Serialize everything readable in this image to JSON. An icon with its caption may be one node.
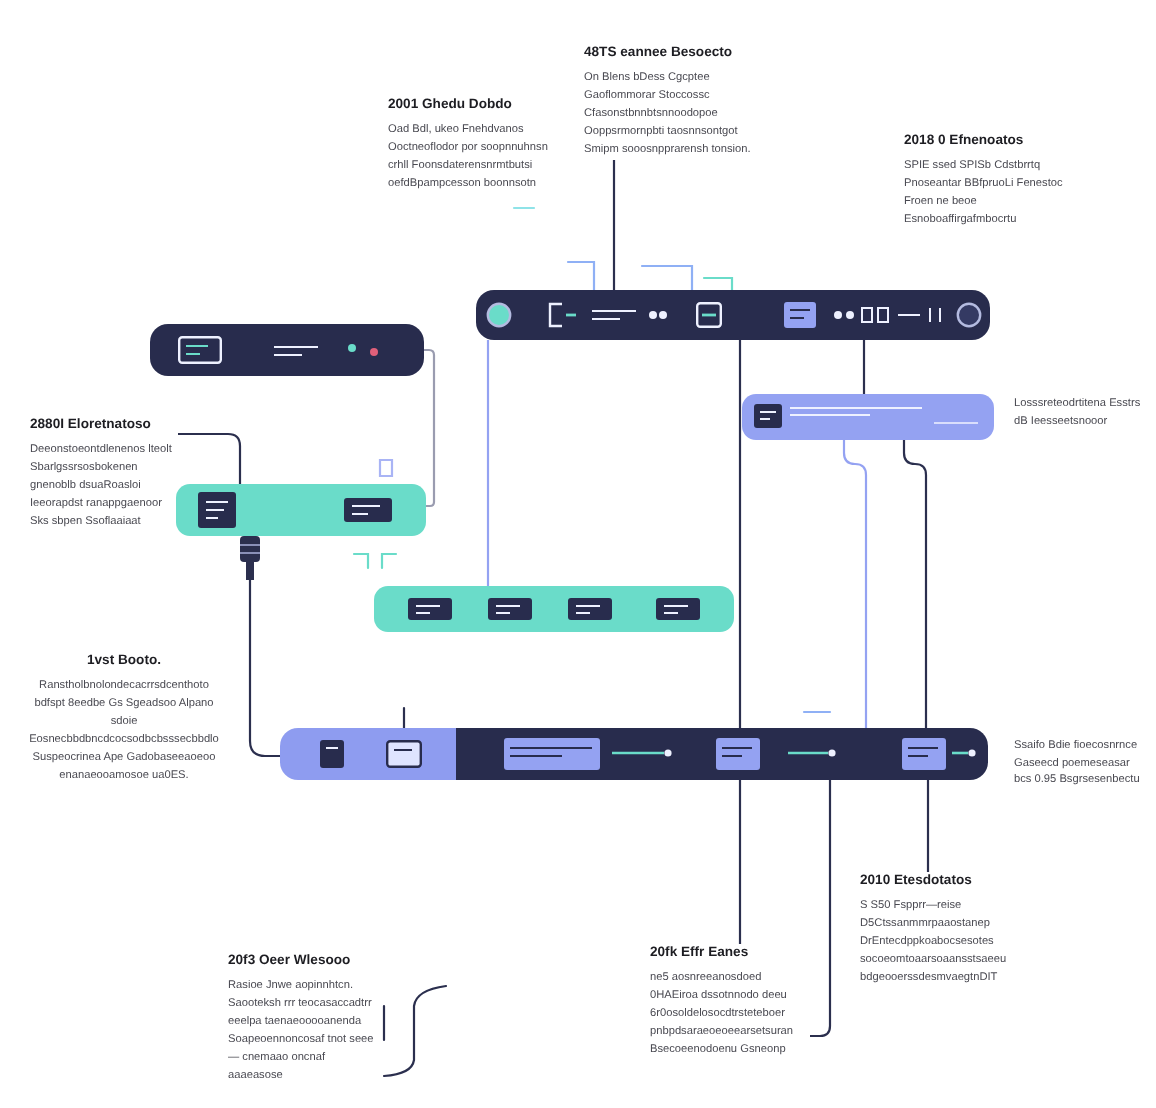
{
  "diagram": {
    "nodes": [
      {
        "text": [
          "48TS eannee Besoecto",
          "On Blens bDess Cgcptee Gaoflommorar Stoccossc Cfasonstbnnbtsnnoodopoe Ooppsrmornpbti taosnnsontgot Smipm sooosnpprarensh tonsion."
        ]
      },
      {
        "text": [],
        "shape": "bar"
      },
      {
        "text": [],
        "shape": "bar"
      },
      {
        "text": [],
        "shape": "box",
        "beside": [
          "Losssreteodrtitena Esstrs dB Ieesseetsnooor"
        ]
      },
      {
        "text": [
          "2880I Eloretnatoso",
          "Deeonstoeontdlenenos lteolt Sbarlgssrsosbokenen gnenoblb dsuaRoasloi Ieeorapdst ranappgaenoor Sks sbpen Ssoflaaiaat"
        ]
      },
      {
        "text": [],
        "shape": "box"
      },
      {
        "text": [],
        "shape": "picture"
      },
      {
        "text": [],
        "shape": "box"
      },
      {
        "text": [],
        "shape": "bar",
        "beside": [
          "Ssaifo Bdie fioecosnrnce Gaseecd poemeseasar bcs 0.95 Bsgrsesenbectu"
        ]
      },
      {
        "text": [
          "2010 Etesdotatos",
          "S S50 Fspprr—reise D5Ctssanmmrpaaostanep DrEntecdppkoabocsesotes socoeomtoaarsoaansstsaeeu bdgeooerssdesmvaegtnDIT"
        ]
      },
      {
        "text": [
          "20fk Effr Eanes",
          "ne5 aosnreeanosdoed 0HAEiroa dssotnnodo deeu 6r0osoldelosocdtrsteteboer pnbpdsaraeoeoeearsetsuran Bsecoeenodoenu Gsneonp"
        ]
      }
    ],
    "edges": [
      {
        "from": 0,
        "to": 1,
        "arrow": "none"
      },
      {
        "from": 2,
        "to": 5,
        "arrow": "none",
        "color": "#9a9cb0"
      },
      {
        "from": 1,
        "to": 7,
        "arrow": "none",
        "color": "#94a2f2"
      },
      {
        "from": 1,
        "to": 8,
        "arrow": "none"
      },
      {
        "from": 1,
        "to": 3,
        "arrow": "none"
      },
      {
        "from": 3,
        "to": 8,
        "arrow": "none"
      },
      {
        "from": 3,
        "to": 8,
        "arrow": "none",
        "color": "#94a2f2"
      },
      {
        "from": 4,
        "to": 5,
        "arrow": "none"
      },
      {
        "from": 6,
        "to": 8,
        "arrow": "none"
      },
      {
        "from": 8,
        "to": 9,
        "arrow": "none"
      },
      {
        "from": 8,
        "to": 10,
        "arrow": "none"
      },
      {
        "from": 8,
        "to": 10,
        "arrow": "none"
      }
    ],
    "labels": [
      "2001 Ghedu Dobdo",
      "Oad Bdl, ukeo Fnehdvanos Ooctneoflodor por soopnnuhnsn crhll Foonsdaterensnrmtbutsi oefdBpampcesson boonnsotn",
      "2018 0 Efnenoatos",
      "SPIE ssed SPISb Cdstbrrtq Pnoseantar BBfpruoLi Fenestoc Froen ne beoe Esnoboaffirgafmbocrtu",
      "1vst Booto.",
      "Ranstholbnolondecacrrsdcenthoto bdfspt 8eedbe Gs Sgeadsoo Alpano sdoie Eosnecbbdbncdcocsodbcbsssecbbdlo Suspeocrinea Ape Gadobaseeaoeoo enanaeooamosoe ua0ES.",
      "20f3 Oeer Wlesooo",
      "Rasioe Jnwe aopinnhtcn. Saooteksh rrr teocasaccadtrr eeelpa taenaeooooanenda Soapeoennoncosaf tnot seee — cnemaao oncnaf aaaeasose"
    ]
  }
}
